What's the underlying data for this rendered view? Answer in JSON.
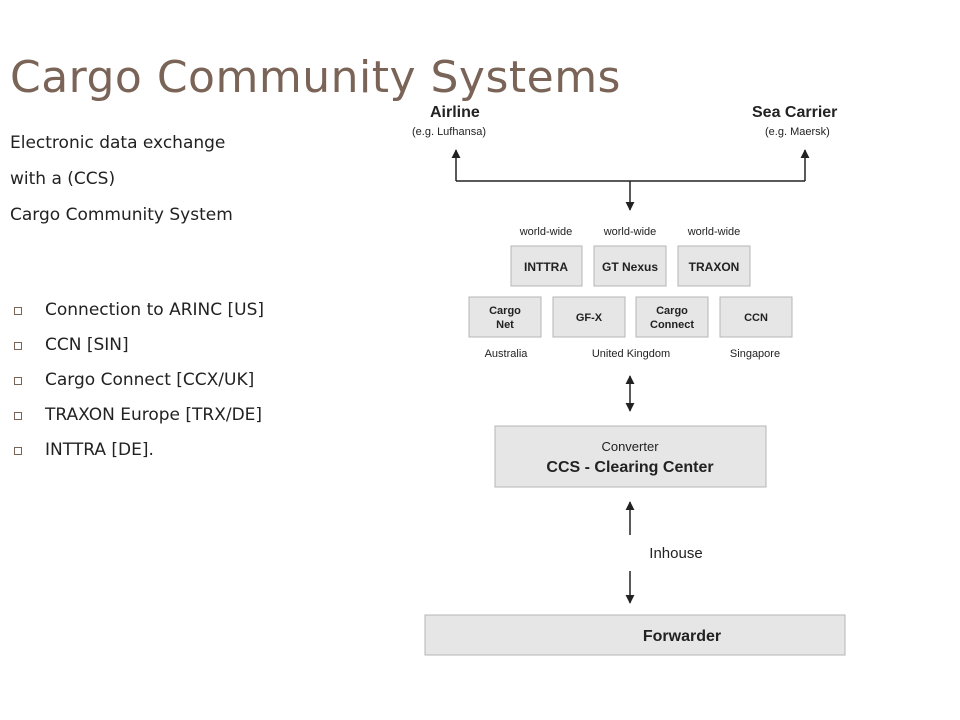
{
  "title": "Cargo Community Systems",
  "subtitle": {
    "lines": [
      "Electronic data exchange",
      "with a (CCS)",
      "Cargo Community System"
    ]
  },
  "bullets": [
    "Connection to ARINC [US]",
    "CCN [SIN]",
    "Cargo Connect [CCX/UK]",
    "TRAXON Europe [TRX/DE]",
    "INTTRA [DE]."
  ],
  "diagram": {
    "airline": {
      "label": "Airline",
      "example": "(e.g. Lufhansa)"
    },
    "sea_carrier": {
      "label": "Sea Carrier",
      "example": "(e.g. Maersk)"
    },
    "world_wide_label": "world-wide",
    "top_row": [
      "INTTRA",
      "GT Nexus",
      "TRAXON"
    ],
    "bottom_row": [
      {
        "line1": "Cargo",
        "line2": "Net"
      },
      {
        "line1": "GF-X",
        "line2": ""
      },
      {
        "line1": "Cargo",
        "line2": "Connect"
      },
      {
        "line1": "CCN",
        "line2": ""
      }
    ],
    "regions": [
      "Australia",
      "United Kingdom",
      "Singapore"
    ],
    "converter": {
      "line1": "Converter",
      "line2": "CCS - Clearing Center"
    },
    "inhouse": "Inhouse",
    "forwarder": "Forwarder",
    "colors": {
      "box_fill": "#e6e6e6",
      "box_stroke": "#b5b5b5",
      "line": "#222222"
    }
  }
}
